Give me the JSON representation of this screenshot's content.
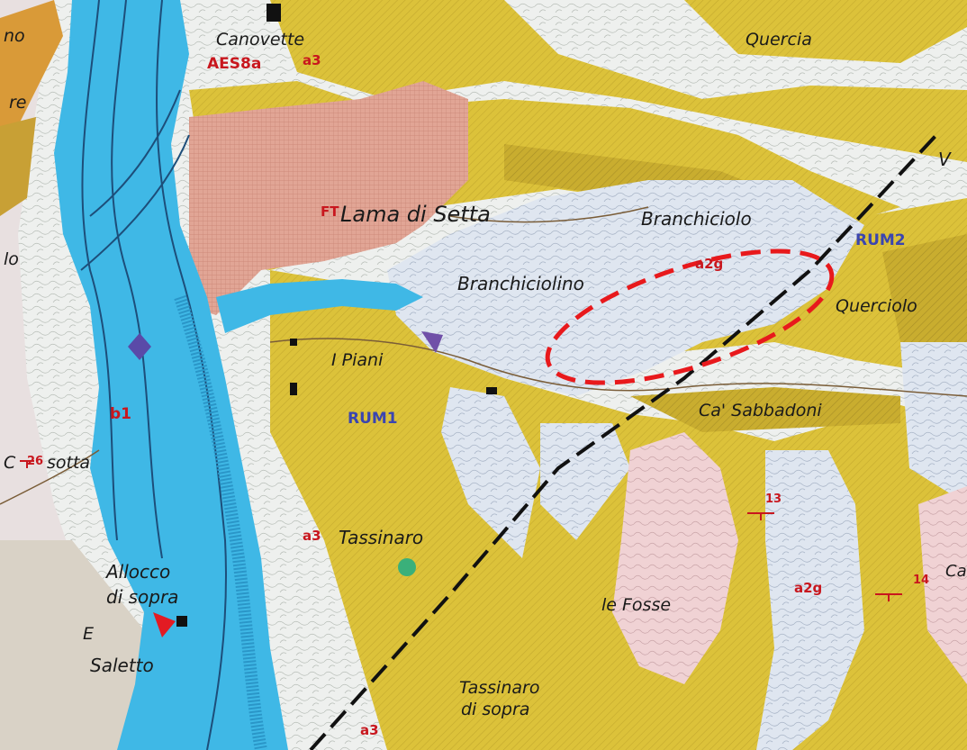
{
  "map": {
    "place_names": {
      "canovette": "Canovette",
      "quercia": "Quercia",
      "lama_di_setta": "Lama di Setta",
      "branchiciolo": "Branchiciolo",
      "branchiciolino": "Branchiciolino",
      "querciolo": "Querciolo",
      "i_piani": "I Piani",
      "ca_sabbadoni": "Ca' Sabbadoni",
      "cassotta": "C",
      "cassotta_rest": "sotta",
      "tassinaro": "Tassinaro",
      "allocco": "Allocco",
      "di_sopra": "di sopra",
      "saletto": "Saletto",
      "le_fosse": "le Fosse",
      "tassinaro_sopra_1": "Tassinaro",
      "tassinaro_sopra_2": "di sopra",
      "edge_no": "no",
      "edge_re": "re",
      "edge_lo": "lo",
      "edge_v": "V",
      "edge_ca": "Ca",
      "edge_e": "E"
    },
    "unit_codes": {
      "aes8a": "AES8a",
      "a3_top": "a3",
      "ft": "FT",
      "a2g_marked": "a2g",
      "rum2": "RUM2",
      "rum1": "RUM1",
      "b1": "b1",
      "a3_mid": "a3",
      "a2g_right": "a2g",
      "a3_bottom": "a3"
    },
    "dip_values": {
      "d26": "26",
      "d13": "13",
      "d14": "14"
    },
    "colors": {
      "river": "#3fb8e6",
      "river_dark": "#2a96c8",
      "yellow_unit": "#dcc23a",
      "yellow_dark": "#b9a032",
      "landslide": "#dfe6f0",
      "pink_unit": "#e4a89a",
      "dashed_ellipse": "#e8191c",
      "label_red": "#c8171e",
      "label_blue": "#3a45b0"
    },
    "icons": [
      "marker-red-triangle",
      "marker-blue-diamond",
      "marker-green-symbol"
    ]
  }
}
